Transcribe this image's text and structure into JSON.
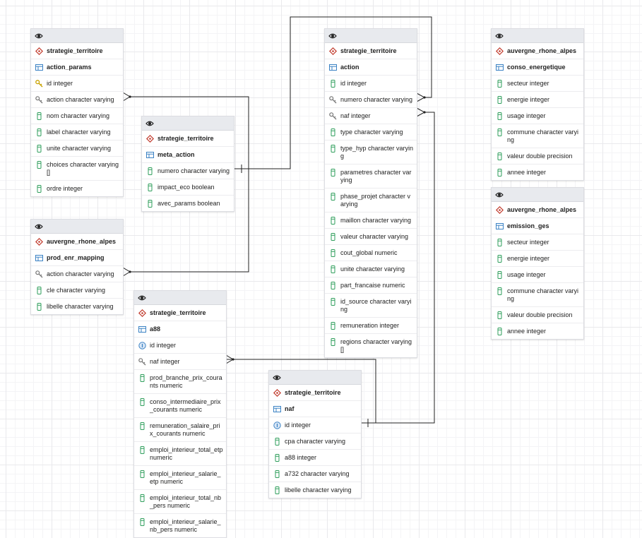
{
  "colors": {
    "link": "#222222",
    "schema_icon": "#c0392b",
    "table_icon": "#3b82c4",
    "column_icon": "#2e9e5b",
    "key_icon": "#c8a200",
    "header_bg": "#e8eaee"
  },
  "tables": {
    "action_params": {
      "schema": "strategie_territoire",
      "name": "action_params",
      "columns": [
        {
          "label": "id integer",
          "icon": "primary-key-icon"
        },
        {
          "label": "action character varying",
          "icon": "foreign-key-icon"
        },
        {
          "label": "nom character varying",
          "icon": "column-icon"
        },
        {
          "label": "label character varying",
          "icon": "column-icon"
        },
        {
          "label": "unite character varying",
          "icon": "column-icon"
        },
        {
          "label": "choices character varying[]",
          "icon": "column-icon"
        },
        {
          "label": "ordre integer",
          "icon": "column-icon"
        }
      ]
    },
    "meta_action": {
      "schema": "strategie_territoire",
      "name": "meta_action",
      "columns": [
        {
          "label": "numero character varying",
          "icon": "column-icon"
        },
        {
          "label": "impact_eco boolean",
          "icon": "column-icon"
        },
        {
          "label": "avec_params boolean",
          "icon": "column-icon"
        }
      ]
    },
    "prod_enr_mapping": {
      "schema": "auvergne_rhone_alpes",
      "name": "prod_enr_mapping",
      "columns": [
        {
          "label": "action character varying",
          "icon": "foreign-key-icon"
        },
        {
          "label": "cle character varying",
          "icon": "column-icon"
        },
        {
          "label": "libelle character varying",
          "icon": "column-icon"
        }
      ]
    },
    "a88": {
      "schema": "strategie_territoire",
      "name": "a88",
      "columns": [
        {
          "label": "id integer",
          "icon": "unique-key-icon"
        },
        {
          "label": "naf integer",
          "icon": "foreign-key-icon"
        },
        {
          "label": "prod_branche_prix_courants numeric",
          "icon": "column-icon"
        },
        {
          "label": "conso_intermediaire_prix_courants numeric",
          "icon": "column-icon"
        },
        {
          "label": "remuneration_salaire_prix_courants numeric",
          "icon": "column-icon"
        },
        {
          "label": "emploi_interieur_total_etp numeric",
          "icon": "column-icon"
        },
        {
          "label": "emploi_interieur_salarie_etp numeric",
          "icon": "column-icon"
        },
        {
          "label": "emploi_interieur_total_nb_pers numeric",
          "icon": "column-icon"
        },
        {
          "label": "emploi_interieur_salarie_nb_pers numeric",
          "icon": "column-icon"
        }
      ]
    },
    "action": {
      "schema": "strategie_territoire",
      "name": "action",
      "columns": [
        {
          "label": "id integer",
          "icon": "column-icon"
        },
        {
          "label": "numero character varying",
          "icon": "foreign-key-icon"
        },
        {
          "label": "naf integer",
          "icon": "foreign-key-icon"
        },
        {
          "label": "type character varying",
          "icon": "column-icon"
        },
        {
          "label": "type_hyp character varying",
          "icon": "column-icon"
        },
        {
          "label": "parametres character varying",
          "icon": "column-icon"
        },
        {
          "label": "phase_projet character varying",
          "icon": "column-icon"
        },
        {
          "label": "maillon character varying",
          "icon": "column-icon"
        },
        {
          "label": "valeur character varying",
          "icon": "column-icon"
        },
        {
          "label": "cout_global numeric",
          "icon": "column-icon"
        },
        {
          "label": "unite character varying",
          "icon": "column-icon"
        },
        {
          "label": "part_francaise numeric",
          "icon": "column-icon"
        },
        {
          "label": "id_source character varying",
          "icon": "column-icon"
        },
        {
          "label": "remuneration integer",
          "icon": "column-icon"
        },
        {
          "label": "regions character varying[]",
          "icon": "column-icon"
        }
      ]
    },
    "naf": {
      "schema": "strategie_territoire",
      "name": "naf",
      "columns": [
        {
          "label": "id integer",
          "icon": "unique-key-icon"
        },
        {
          "label": "cpa character varying",
          "icon": "column-icon"
        },
        {
          "label": "a88 integer",
          "icon": "column-icon"
        },
        {
          "label": "a732 character varying",
          "icon": "column-icon"
        },
        {
          "label": "libelle character varying",
          "icon": "column-icon"
        }
      ]
    },
    "conso_energetique": {
      "schema": "auvergne_rhone_alpes",
      "name": "conso_energetique",
      "columns": [
        {
          "label": "secteur integer",
          "icon": "column-icon"
        },
        {
          "label": "energie integer",
          "icon": "column-icon"
        },
        {
          "label": "usage integer",
          "icon": "column-icon"
        },
        {
          "label": "commune character varying",
          "icon": "column-icon"
        },
        {
          "label": "valeur double precision",
          "icon": "column-icon"
        },
        {
          "label": "annee integer",
          "icon": "column-icon"
        }
      ]
    },
    "emission_ges": {
      "schema": "auvergne_rhone_alpes",
      "name": "emission_ges",
      "columns": [
        {
          "label": "secteur integer",
          "icon": "column-icon"
        },
        {
          "label": "energie integer",
          "icon": "column-icon"
        },
        {
          "label": "usage integer",
          "icon": "column-icon"
        },
        {
          "label": "commune character varying",
          "icon": "column-icon"
        },
        {
          "label": "valeur double precision",
          "icon": "column-icon"
        },
        {
          "label": "annee integer",
          "icon": "column-icon"
        }
      ]
    }
  }
}
